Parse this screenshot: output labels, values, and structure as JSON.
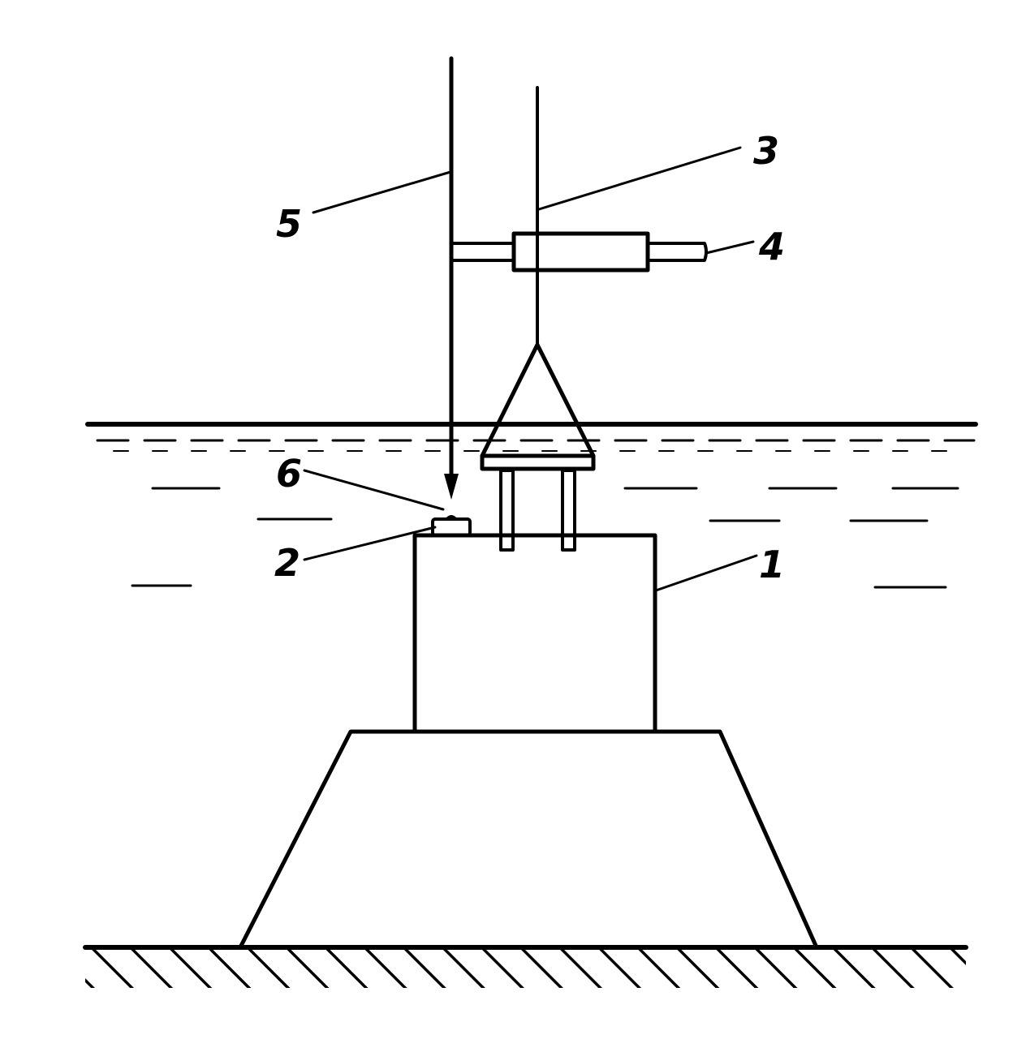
{
  "diagram": {
    "labels": {
      "l1": "1",
      "l2": "2",
      "l3": "3",
      "l4": "4",
      "l5": "5",
      "l6": "6"
    },
    "colors": {
      "ink": "#000000",
      "paper": "#ffffff"
    }
  }
}
